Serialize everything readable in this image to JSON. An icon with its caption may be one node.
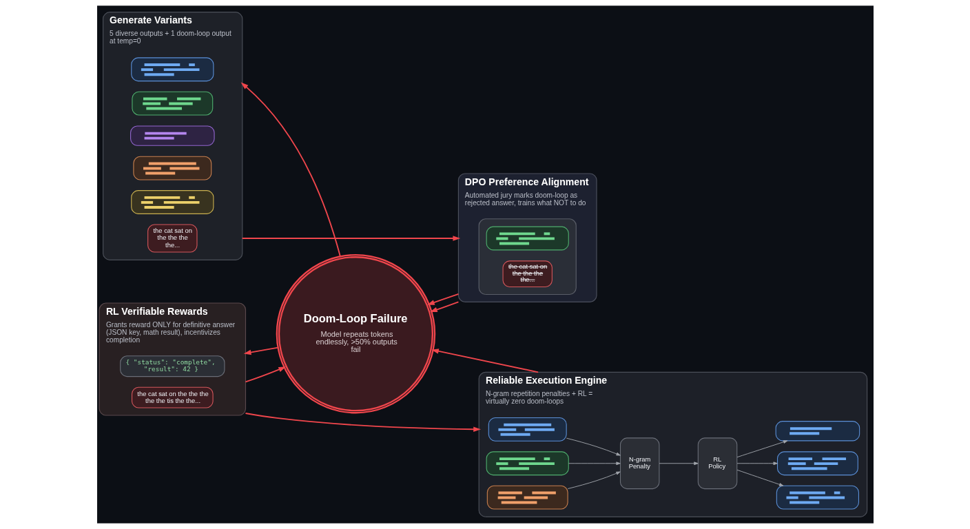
{
  "diagram": {
    "nodes": [
      {
        "text": [
          "Generate Variants",
          "5 diverse outputs + 1 doom-loop output at temp=0"
        ]
      },
      {
        "text": [],
        "shape": "box",
        "in": 0
      },
      {
        "text": [],
        "shape": "box",
        "in": 0
      },
      {
        "text": [],
        "shape": "box",
        "in": 0
      },
      {
        "text": [],
        "shape": "box",
        "in": 0
      },
      {
        "text": [],
        "shape": "box",
        "in": 0
      },
      {
        "text": [
          "the cat sat on the the the the..."
        ],
        "in": 0
      },
      {
        "text": [
          "DPO Preference Alignment",
          "Automated jury marks doom-loop as rejected answer, trains what NOT to do"
        ]
      },
      {
        "text": [],
        "shape": "box",
        "in": 7
      },
      {
        "text": [],
        "shape": "box",
        "in": 8
      },
      {
        "text": [
          "the cat sat on the the the the..."
        ],
        "in": 8
      },
      {
        "text": [
          "Doom-Loop Failure",
          "Model repeats tokens endlessly, >50% outputs fail"
        ]
      },
      {
        "text": [
          "RL Verifiable Rewards",
          "Grants reward ONLY for definitive answer (JSON key, math result), incentivizes completion"
        ]
      },
      {
        "text": [
          "{ \"status\": \"complete\", \"result\": 42 }"
        ],
        "in": 12
      },
      {
        "text": [
          "the cat sat on the the the the the tis the the..."
        ],
        "in": 12
      },
      {
        "text": [
          "Reliable Execution Engine",
          "N-gram repetition penalties + RL = virtually zero doom-loops"
        ]
      },
      {
        "text": [],
        "shape": "box",
        "in": 15
      },
      {
        "text": [],
        "shape": "box",
        "in": 15
      },
      {
        "text": [],
        "shape": "box",
        "in": 15
      },
      {
        "text": [
          "N-gram Penalty"
        ],
        "in": 15
      },
      {
        "text": [
          "RL Policy"
        ],
        "in": 15
      },
      {
        "text": [],
        "shape": "box",
        "in": 15
      },
      {
        "text": [],
        "shape": "box",
        "in": 15
      },
      {
        "text": [],
        "shape": "box",
        "in": 15
      }
    ],
    "edges": [
      {
        "from": 0,
        "to": 7,
        "arrow": "to"
      },
      {
        "from": 11,
        "to": 0,
        "arrow": "to"
      },
      {
        "from": 7,
        "to": 11,
        "arrow": "to"
      },
      {
        "from": 7,
        "to": 11,
        "arrow": "to"
      },
      {
        "from": 11,
        "to": 12,
        "arrow": "to"
      },
      {
        "from": 12,
        "to": 11,
        "arrow": "to"
      },
      {
        "from": 12,
        "to": 15,
        "arrow": "to"
      },
      {
        "from": 15,
        "to": 11,
        "arrow": "to"
      },
      {
        "from": 16,
        "to": 19,
        "arrow": "to",
        "color": "#a0a4ab"
      },
      {
        "from": 17,
        "to": 19,
        "arrow": "to",
        "color": "#a0a4ab"
      },
      {
        "from": 18,
        "to": 19,
        "arrow": "to",
        "color": "#a0a4ab"
      },
      {
        "from": 19,
        "to": 20,
        "arrow": "to",
        "color": "#a0a4ab"
      },
      {
        "from": 20,
        "to": 21,
        "arrow": "to",
        "color": "#a0a4ab"
      },
      {
        "from": 20,
        "to": 22,
        "arrow": "to",
        "color": "#a0a4ab"
      },
      {
        "from": 20,
        "to": 23,
        "arrow": "to",
        "color": "#a0a4ab"
      }
    ]
  }
}
